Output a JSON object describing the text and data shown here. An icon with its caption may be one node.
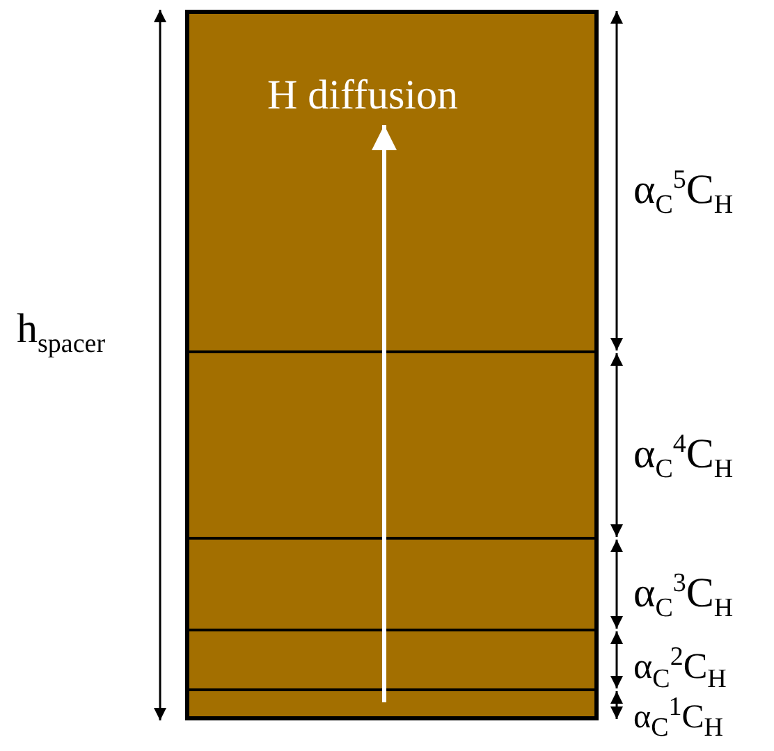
{
  "diagram": {
    "labels": [
      "H diffusion",
      "α$_{C}$$^{5}$C$_{H}$",
      "h$_{spacer}$",
      "α$_{C}$$^{4}$C$_{H}$",
      "α$_{C}$$^{3}$C$_{H}$",
      "α$_{C}$$^{2}$C$_{H}$",
      "α$_{C}$$^{1}$C$_{H}$"
    ]
  }
}
